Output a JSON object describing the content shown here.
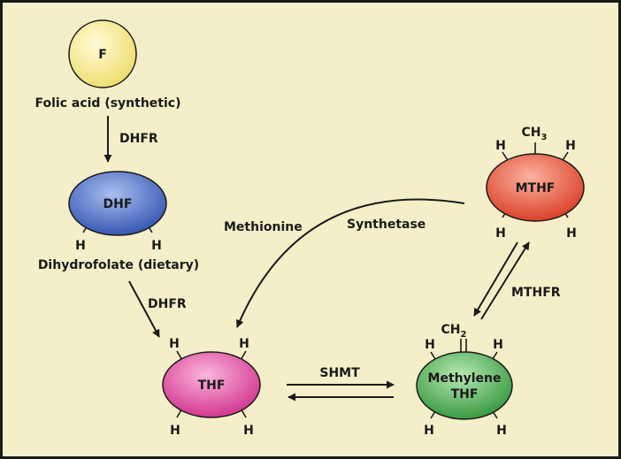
{
  "nodes": {
    "f": {
      "label": "F",
      "caption": "Folic acid (synthetic)"
    },
    "dhf": {
      "label": "DHF",
      "caption": "Dihydrofolate (dietary)"
    },
    "thf": {
      "label": "THF"
    },
    "methylene_thf": {
      "label_line1": "Methylene",
      "label_line2": "THF",
      "group_base": "CH",
      "group_sub": "2"
    },
    "mthf": {
      "label": "MTHF",
      "group_base": "CH",
      "group_sub": "3"
    }
  },
  "hydrogen": "H",
  "enzymes": {
    "dhfr_top": "DHFR",
    "dhfr_bottom": "DHFR",
    "methionine": "Methionine",
    "synthetase": "Synthetase",
    "shmt": "SHMT",
    "mthfr": "MTHFR"
  },
  "colors": {
    "background": "#f5efc9",
    "frame": "#1a1a1a",
    "f": "#f6e87e",
    "dhf": "#4a6cc4",
    "thf": "#e0449e",
    "methylene_thf": "#3fa944",
    "mthf": "#e84a34"
  }
}
